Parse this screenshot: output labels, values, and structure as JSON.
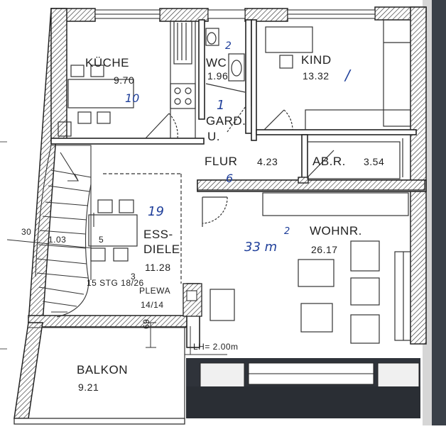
{
  "rooms": {
    "kueche": {
      "name": "KÜCHE",
      "area": "9.70",
      "note": "10"
    },
    "wc": {
      "name": "WC",
      "area": "1.96",
      "note": "2"
    },
    "kind": {
      "name": "KIND",
      "area": "13.32"
    },
    "gard": {
      "name": "GARD.",
      "sub": "U.",
      "note": "1"
    },
    "flur": {
      "name": "FLUR",
      "area": "4.23",
      "note": "6"
    },
    "abr": {
      "name": "AB.R.",
      "area": "3.54"
    },
    "essdiele": {
      "name1": "ESS-",
      "name2": "DIELE",
      "area": "11.28",
      "note": "19"
    },
    "wohnr": {
      "name": "WOHNR.",
      "area": "26.17",
      "note": "33 m",
      "note_sup": "2"
    },
    "balkon": {
      "name": "BALKON",
      "area": "9.21"
    }
  },
  "annotations": {
    "stair": "15 STG 18/26",
    "plewa": "PLEWA",
    "plewa_size": "14/14",
    "lh": "LH= 2.00m",
    "dim_30": "30",
    "dim_103": "1.03",
    "dim_69": "69",
    "dim_5": "5",
    "dim_3": "3"
  }
}
